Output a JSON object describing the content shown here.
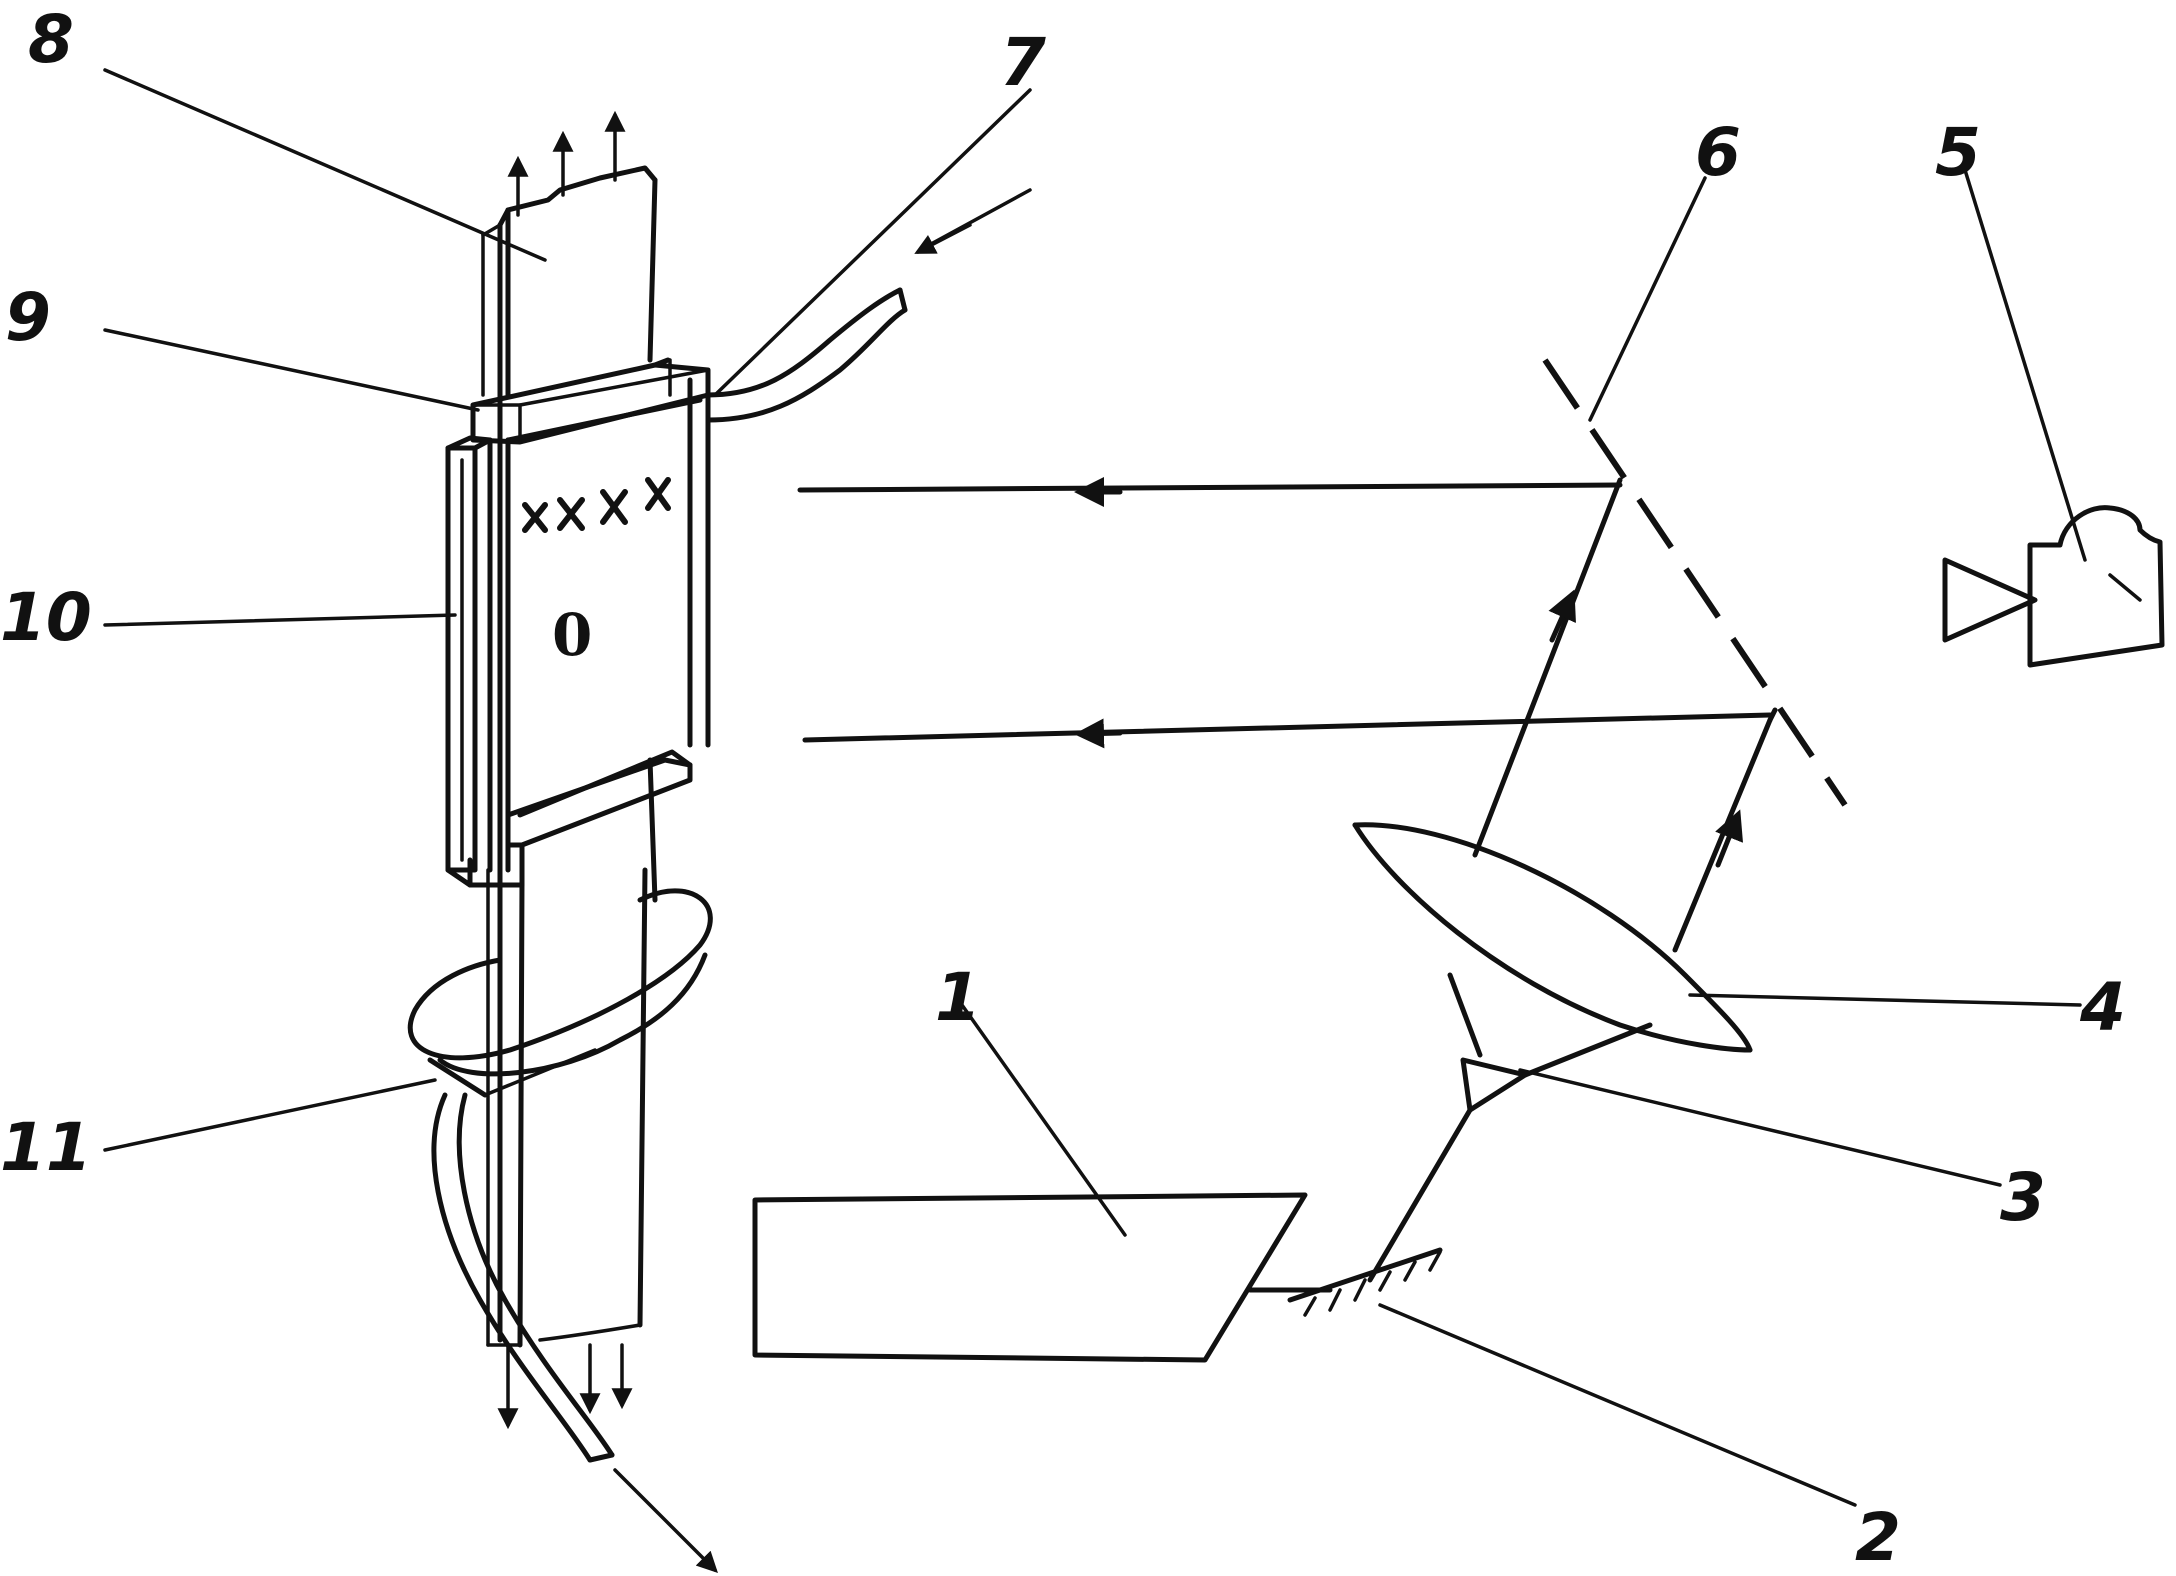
{
  "labels": {
    "l1": "1",
    "l2": "2",
    "l3": "3",
    "l4": "4",
    "l5": "5",
    "l6": "6",
    "l7": "7",
    "l8": "8",
    "l9": "9",
    "l10": "10",
    "l11": "11"
  },
  "object_mark": "0"
}
